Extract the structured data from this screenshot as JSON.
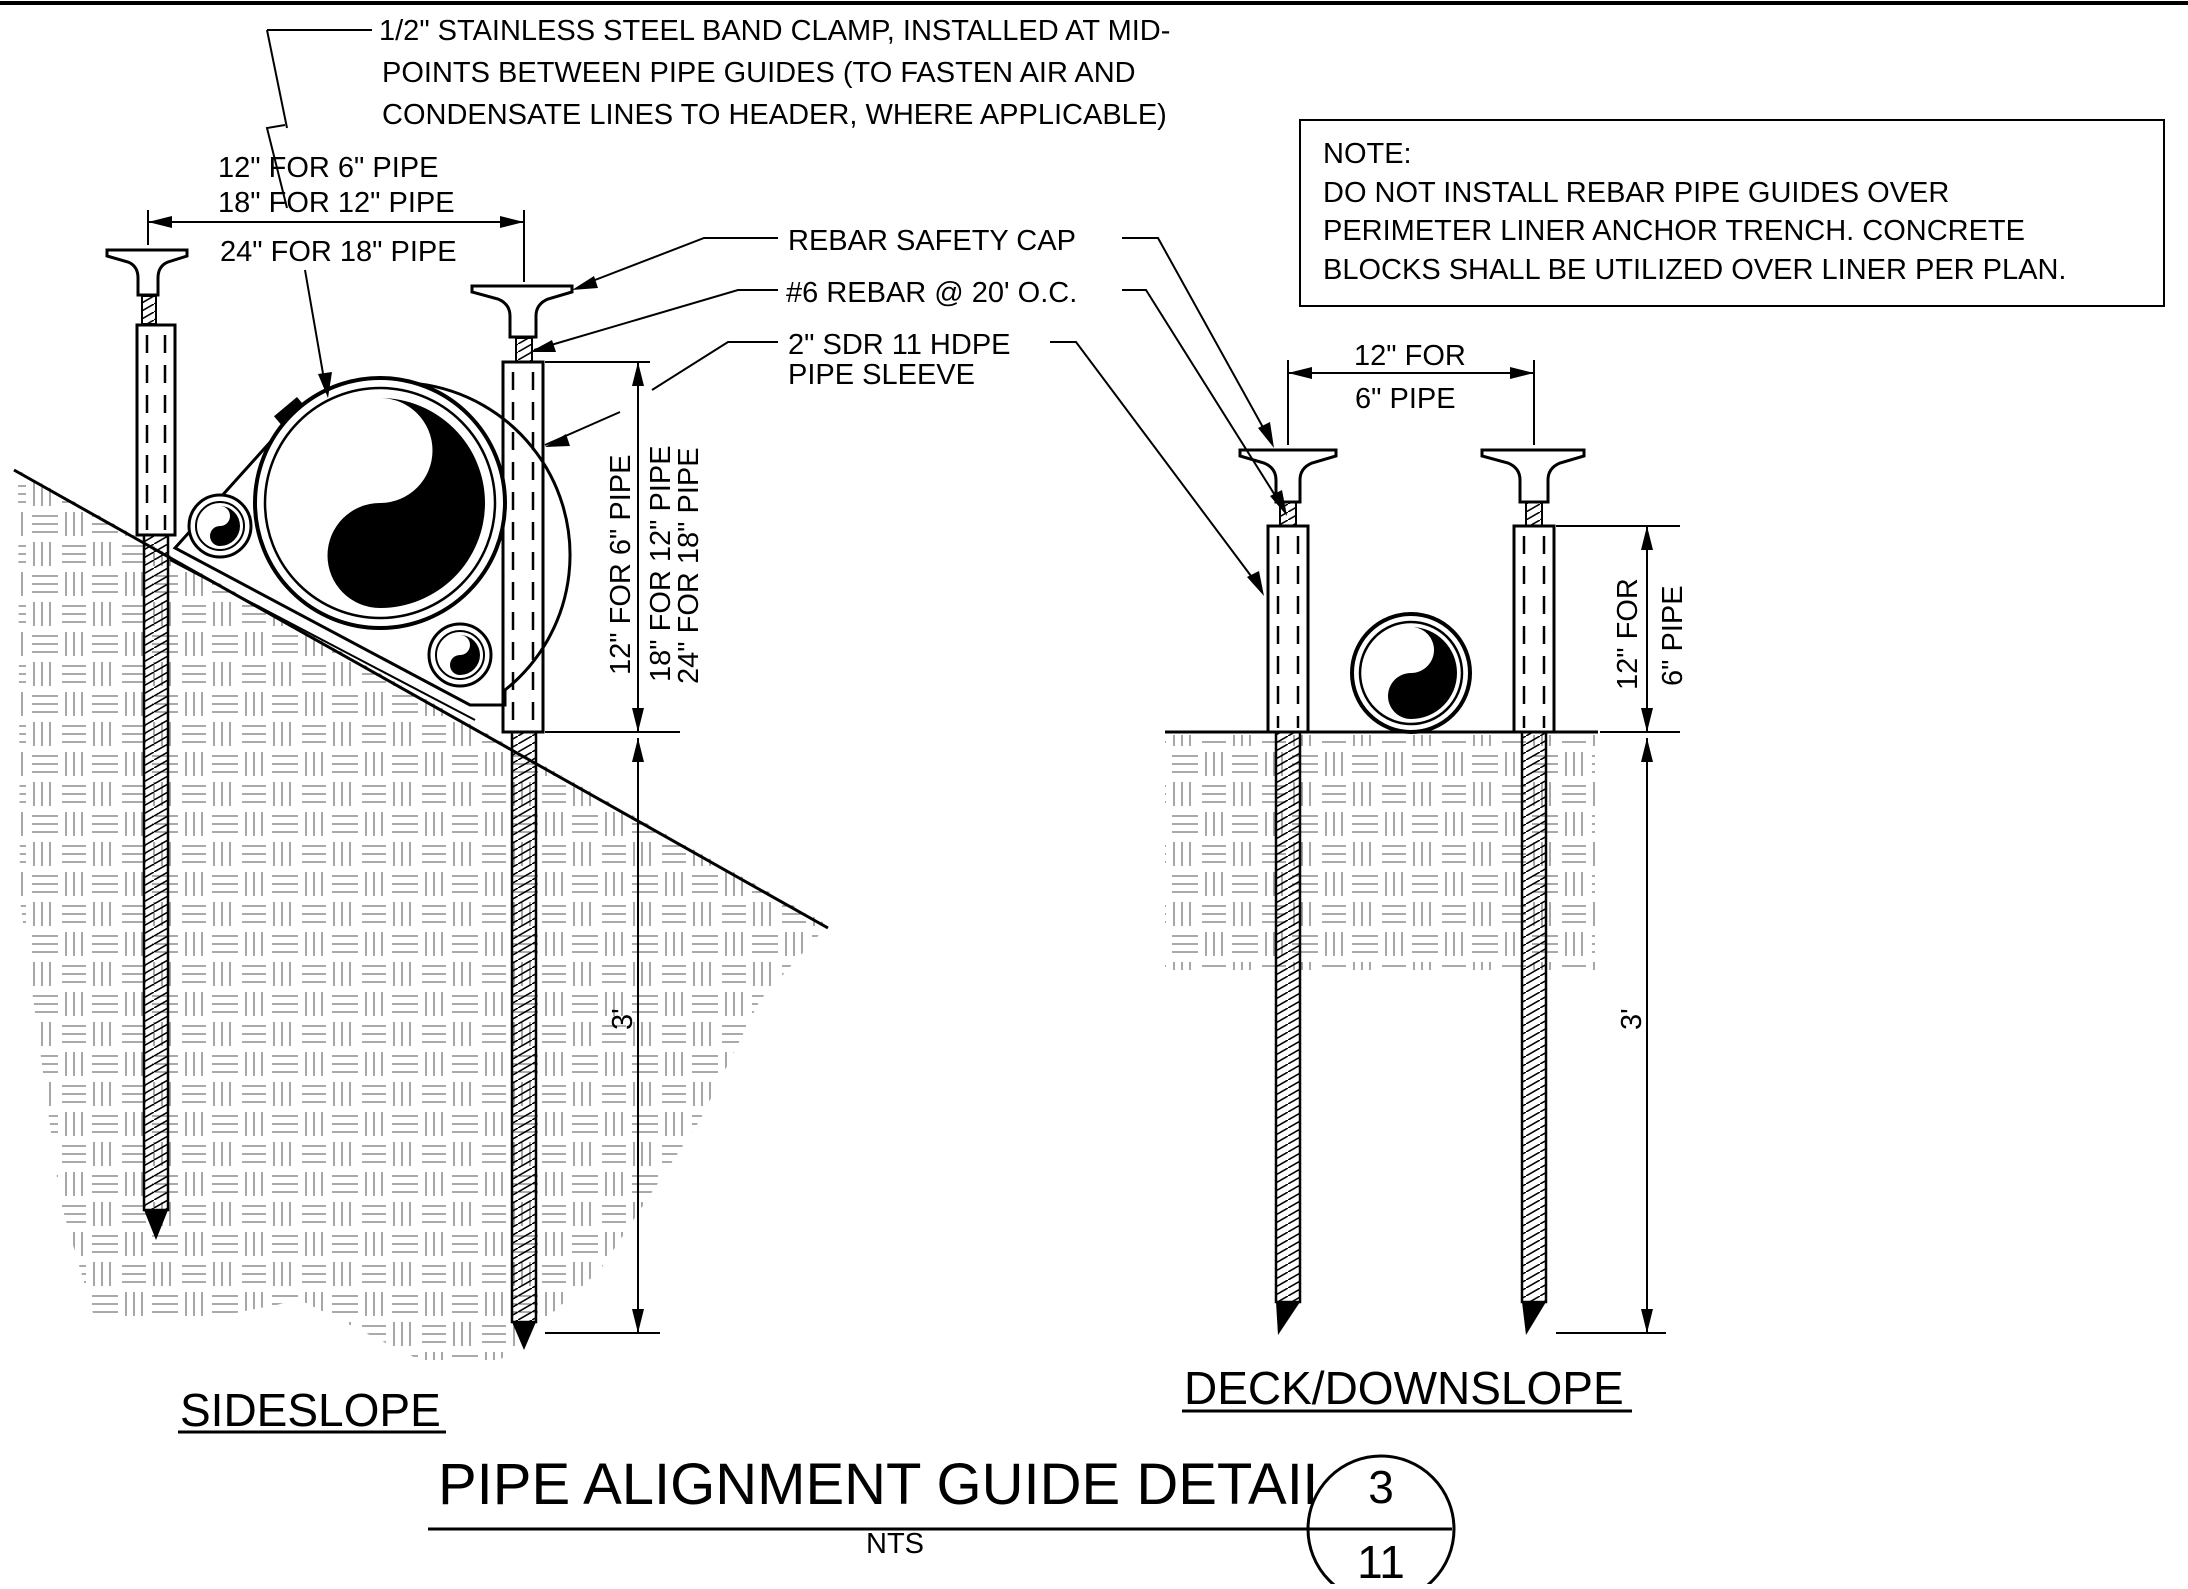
{
  "drawing": {
    "clamp_note": [
      "1/2\" STAINLESS STEEL BAND CLAMP, INSTALLED AT MID-",
      "POINTS BETWEEN PIPE GUIDES (TO FASTEN AIR AND",
      "CONDENSATE LINES TO HEADER, WHERE APPLICABLE)"
    ],
    "spacing_dims": [
      "12\" FOR 6\" PIPE",
      "18\" FOR 12\" PIPE",
      "24\" FOR 18\" PIPE"
    ],
    "callouts": {
      "safety_cap": "REBAR SAFETY CAP",
      "rebar": "#6 REBAR @ 20' O.C.",
      "sleeve_line1": "2\" SDR 11 HDPE",
      "sleeve_line2": "PIPE SLEEVE"
    },
    "note": {
      "heading": "NOTE:",
      "lines": [
        "DO NOT INSTALL REBAR PIPE GUIDES OVER",
        "PERIMETER LINER ANCHOR TRENCH.  CONCRETE",
        "BLOCKS SHALL BE UTILIZED OVER LINER PER PLAN."
      ]
    },
    "sideslope_height_dims": [
      "12\" FOR 6\" PIPE",
      "18\" FOR 12\" PIPE",
      "24\" FOR 18\" PIPE"
    ],
    "deck_spacing_dim": [
      "12\" FOR",
      "6\" PIPE"
    ],
    "deck_height_dim": [
      "12\" FOR",
      "6\" PIPE"
    ],
    "embed_depth": "3'",
    "embed_depth_deck": "3'",
    "view_labels": {
      "sideslope": "SIDESLOPE",
      "deck": "DECK/DOWNSLOPE"
    },
    "title": {
      "main": "PIPE ALIGNMENT GUIDE DETAIL",
      "scale": "NTS",
      "detail_number": "3",
      "sheet_number": "11"
    }
  }
}
